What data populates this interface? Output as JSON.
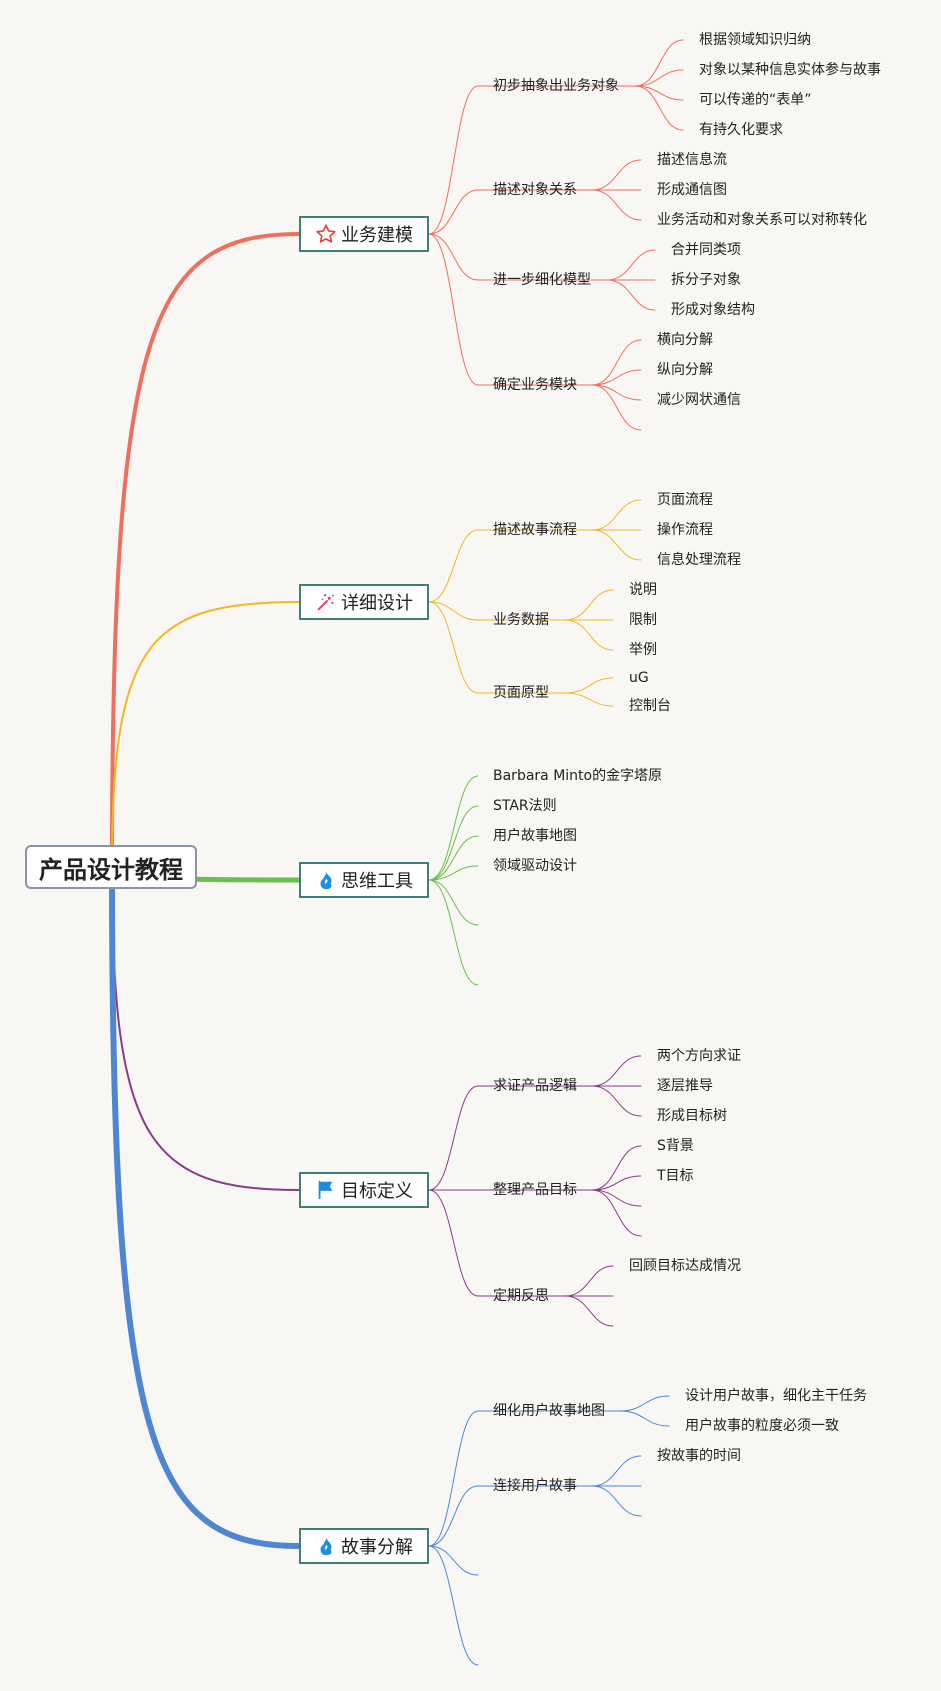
{
  "root": "产品设计教程",
  "branches": [
    {
      "label": "业务建模",
      "icon": "star-icon",
      "color": "#ef6e5c",
      "children": [
        {
          "label": "初步抽象出业务对象",
          "children": [
            "根据领域知识归纳",
            "对象以某种信息实体参与故事",
            "可以传递的“表单”",
            "有持久化要求"
          ]
        },
        {
          "label": "描述对象关系",
          "children": [
            "描述信息流",
            "形成通信图",
            "业务活动和对象关系可以对称转化"
          ]
        },
        {
          "label": "进一步细化模型",
          "children": [
            "合并同类项",
            "拆分子对象",
            "形成对象结构"
          ]
        },
        {
          "label": "确定业务模块",
          "children": [
            "横向分解",
            "纵向分解",
            "减少网状通信",
            ""
          ]
        }
      ]
    },
    {
      "label": "详细设计",
      "icon": "magic-wand-icon",
      "color": "#f2b823",
      "children": [
        {
          "label": "描述故事流程",
          "children": [
            "页面流程",
            "操作流程",
            "信息处理流程"
          ]
        },
        {
          "label": "业务数据",
          "children": [
            "说明",
            "限制",
            "举例"
          ]
        },
        {
          "label": "页面原型",
          "children": [
            "uG",
            "控制台"
          ]
        }
      ]
    },
    {
      "label": "思维工具",
      "icon": "flame-icon",
      "color": "#6cc04a",
      "children": [
        {
          "label": "Barbara Minto的金字塔原",
          "children": []
        },
        {
          "label": "STAR法则",
          "children": []
        },
        {
          "label": "用户故事地图",
          "children": []
        },
        {
          "label": "领域驱动设计",
          "children": []
        },
        {
          "label": "",
          "children": []
        },
        {
          "label": "",
          "children": []
        }
      ]
    },
    {
      "label": "目标定义",
      "icon": "flag-icon",
      "color": "#8b3a8b",
      "children": [
        {
          "label": "求证产品逻辑",
          "children": [
            "两个方向求证",
            "逐层推导",
            "形成目标树"
          ]
        },
        {
          "label": "整理产品目标",
          "children": [
            "S背景",
            "T目标",
            "",
            ""
          ]
        },
        {
          "label": "定期反思",
          "children": [
            "回顾目标达成情况",
            "",
            ""
          ]
        }
      ]
    },
    {
      "label": "故事分解",
      "icon": "flame-icon",
      "color": "#4f86d4",
      "children": [
        {
          "label": "细化用户故事地图",
          "children": [
            "设计用户故事，细化主干任务",
            "用户故事的粒度必须一致"
          ]
        },
        {
          "label": "连接用户故事",
          "children": [
            "按故事的时间",
            "",
            ""
          ]
        },
        {
          "label": "",
          "children": []
        },
        {
          "label": "",
          "children": []
        }
      ]
    }
  ]
}
